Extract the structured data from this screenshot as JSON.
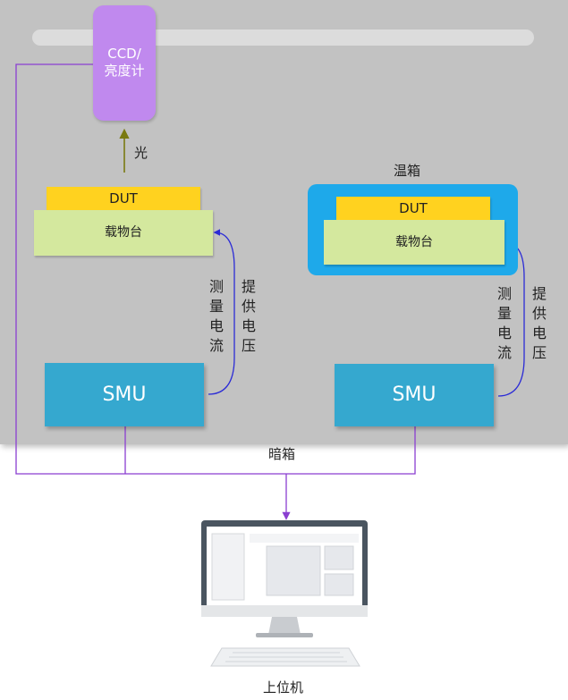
{
  "darkroom": {
    "label": "暗箱"
  },
  "camera": {
    "line1": "CCD/",
    "line2": "亮度计"
  },
  "light_label": "光",
  "left_setup": {
    "dut": "DUT",
    "stage": "载物台",
    "measure": "测量电流",
    "supply": "提供电压",
    "smu": "SMU"
  },
  "right_setup": {
    "oven_label": "温箱",
    "dut": "DUT",
    "stage": "载物台",
    "measure": "测量电流",
    "supply": "提供电压",
    "smu": "SMU"
  },
  "computer": {
    "label": "上位机"
  },
  "colors": {
    "darkroom": "#c2c2c2",
    "camera": "#c089ee",
    "dut": "#ffd21f",
    "stage": "#d4e89e",
    "oven": "#1ea9ea",
    "smu": "#35a8cf",
    "data_line": "#8a3fd1",
    "signal_arrow": "#2b2bd6",
    "light_arrow": "#7a7a10"
  }
}
